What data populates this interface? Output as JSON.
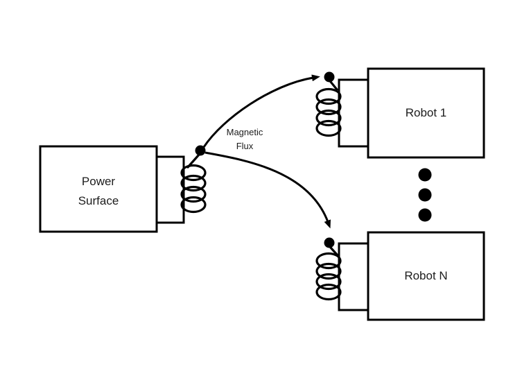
{
  "diagram": {
    "type": "schematic",
    "background_color": "#ffffff",
    "line_color": "#000000",
    "text_color": "#1c1c1c",
    "nodes": {
      "power_surface": {
        "label": "Power Surface"
      },
      "robot_1": {
        "label": "Robot 1"
      },
      "robot_n": {
        "label": "Robot N"
      }
    },
    "flux_label": "Magnetic Flux",
    "edges": [
      {
        "from": "power_surface",
        "to": "robot_1",
        "label": "Magnetic Flux",
        "style": "curved-arrow"
      },
      {
        "from": "power_surface",
        "to": "robot_n",
        "label": "Magnetic Flux",
        "style": "curved-arrow"
      }
    ],
    "continuation_dots_count": 3
  }
}
